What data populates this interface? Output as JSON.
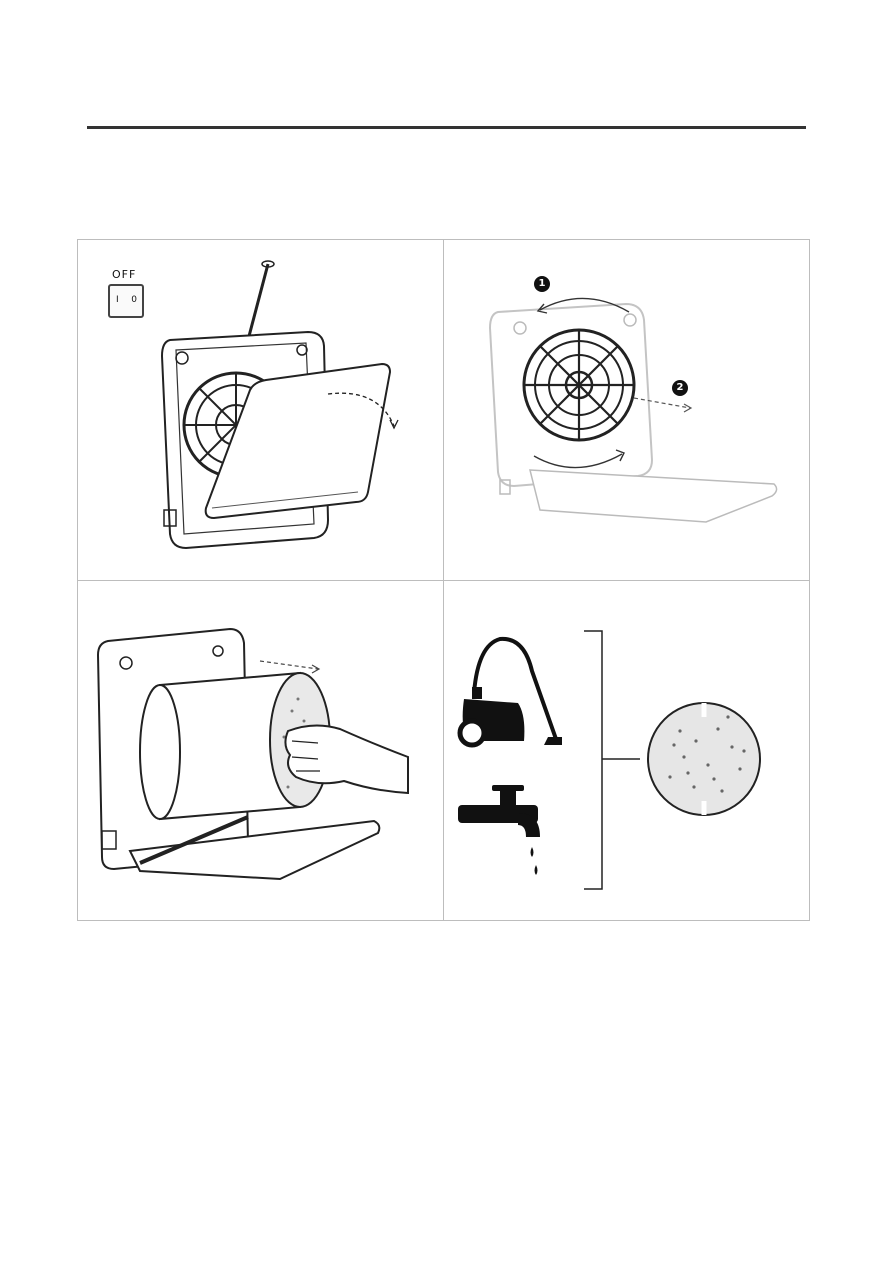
{
  "panel1": {
    "switch_title": "OFF",
    "switch_on": "I",
    "switch_off": "0",
    "icons": [
      "screwdriver-icon",
      "power-switch-icon"
    ]
  },
  "panel2": {
    "step1": "1",
    "step2": "2"
  },
  "panel3": {
    "icons": [
      "hand-icon"
    ]
  },
  "panel4": {
    "icons": [
      "vacuum-cleaner-icon",
      "water-tap-icon",
      "filter-disc-icon"
    ]
  }
}
